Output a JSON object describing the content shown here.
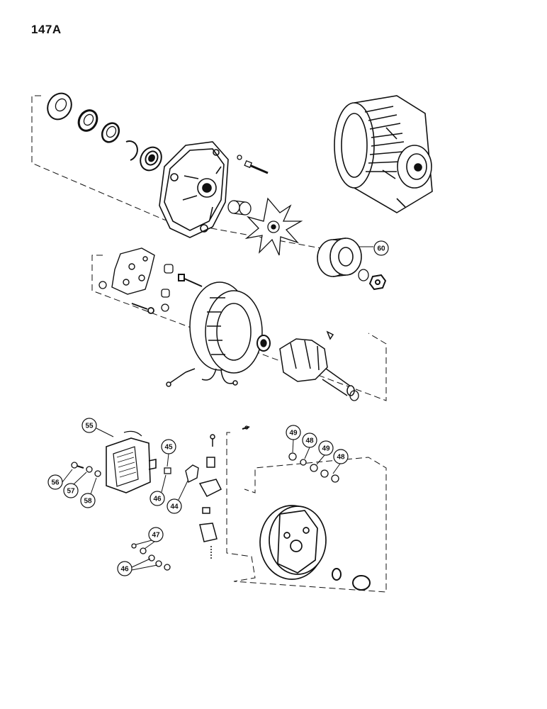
{
  "page": {
    "number": "147A"
  },
  "callouts": [
    "60",
    "55",
    "45",
    "56",
    "57",
    "58",
    "46",
    "44",
    "49",
    "48",
    "49",
    "48",
    "47",
    "46"
  ],
  "colors": {
    "ink": "#111111",
    "paper": "#ffffff"
  }
}
